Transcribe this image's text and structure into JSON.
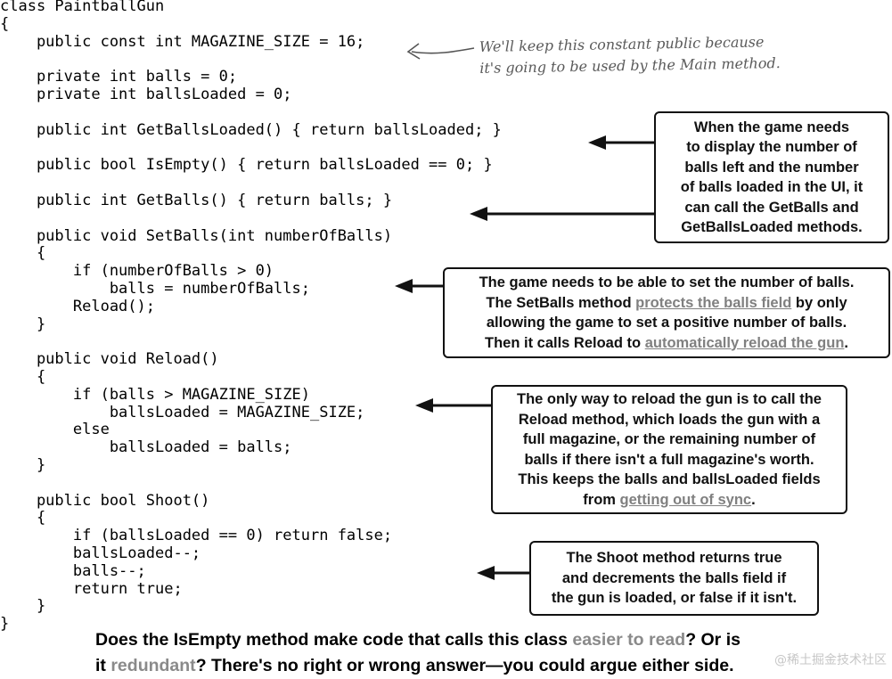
{
  "code_lines": [
    "class PaintballGun",
    "{",
    "    public const int MAGAZINE_SIZE = 16;",
    "",
    "    private int balls = 0;",
    "    private int ballsLoaded = 0;",
    "",
    "    public int GetBallsLoaded() { return ballsLoaded; }",
    "",
    "    public bool IsEmpty() { return ballsLoaded == 0; }",
    "",
    "    public int GetBalls() { return balls; }",
    "",
    "    public void SetBalls(int numberOfBalls)",
    "    {",
    "        if (numberOfBalls > 0)",
    "            balls = numberOfBalls;",
    "        Reload();",
    "    }",
    "",
    "    public void Reload()",
    "    {",
    "        if (balls > MAGAZINE_SIZE)",
    "            ballsLoaded = MAGAZINE_SIZE;",
    "        else",
    "            ballsLoaded = balls;",
    "    }",
    "",
    "    public bool Shoot()",
    "    {",
    "        if (ballsLoaded == 0) return false;",
    "        ballsLoaded--;",
    "        balls--;",
    "        return true;",
    "    }",
    "}"
  ],
  "handwritten_note": {
    "line1": "We'll keep this constant public because",
    "line2": "it's going to be used by the Main method."
  },
  "callout_getballs": {
    "line1": "When the game needs",
    "line2": "to display the number of",
    "line3": "balls left and the number",
    "line4": "of balls loaded in the UI, it",
    "line5": "can call the GetBalls and",
    "line6": "GetBallsLoaded methods."
  },
  "callout_setballs": {
    "line1": "The game needs to be able to set the number of balls.",
    "line2_pre": "The SetBalls method ",
    "line2_hl": "protects the balls field",
    "line2_post": " by only",
    "line3": "allowing the game to set a positive number of balls.",
    "line4_pre": "Then it calls Reload to ",
    "line4_hl": "automatically reload the gun",
    "line4_post": "."
  },
  "callout_reload": {
    "line1": "The only way to reload the gun is to call the",
    "line2": "Reload method, which loads the gun with a",
    "line3": "full magazine, or the remaining number of",
    "line4": "balls if there isn't a full magazine's worth.",
    "line5": "This keeps the balls and ballsLoaded fields",
    "line6_pre": "from ",
    "line6_hl": "getting out of sync",
    "line6_post": "."
  },
  "callout_shoot": {
    "line1": "The Shoot method returns true",
    "line2": "and decrements the balls field if",
    "line3": "the gun is loaded, or false if it isn't."
  },
  "bottom_question": {
    "l1_a": "Does the IsEmpty method make code that calls this class ",
    "l1_g": "easier to read",
    "l1_b": "? Or is",
    "l2_a": "it ",
    "l2_g": "redundant",
    "l2_b": "? There's no right or wrong answer—you could argue either side."
  },
  "watermark": "@稀土掘金技术社区",
  "colors": {
    "ink": "#111111",
    "highlight": "#808080",
    "note": "#5a5a5a"
  }
}
